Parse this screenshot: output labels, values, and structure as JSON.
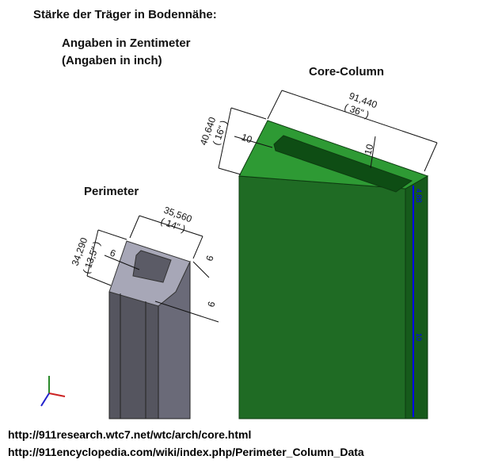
{
  "title": "Stärke der Träger in Bodennähe:",
  "subtitle_cm": "Angaben in Zentimeter",
  "subtitle_inch": "(Angaben in inch)",
  "core": {
    "label": "Core-Column",
    "width": "91,440",
    "width_inch": "( 36\" )",
    "depth": "40,640",
    "depth_inch": "( 16\" )",
    "wall_left": "10",
    "wall_right": "10",
    "blue_top": "4,88",
    "blue_bottom": "10",
    "color": "#2e8b2e"
  },
  "perimeter": {
    "label": "Perimeter",
    "width": "35,560",
    "width_inch": "( 14\" )",
    "depth": "34,290",
    "depth_inch": "( 13,5\" )",
    "wall_a": "6",
    "wall_b": "6",
    "wall_c": "6",
    "color": "#8e8e9e"
  },
  "links": [
    "http://911research.wtc7.net/wtc/arch/core.html",
    "http://911encyclopedia.com/wiki/index.php/Perimeter_Column_Data"
  ]
}
